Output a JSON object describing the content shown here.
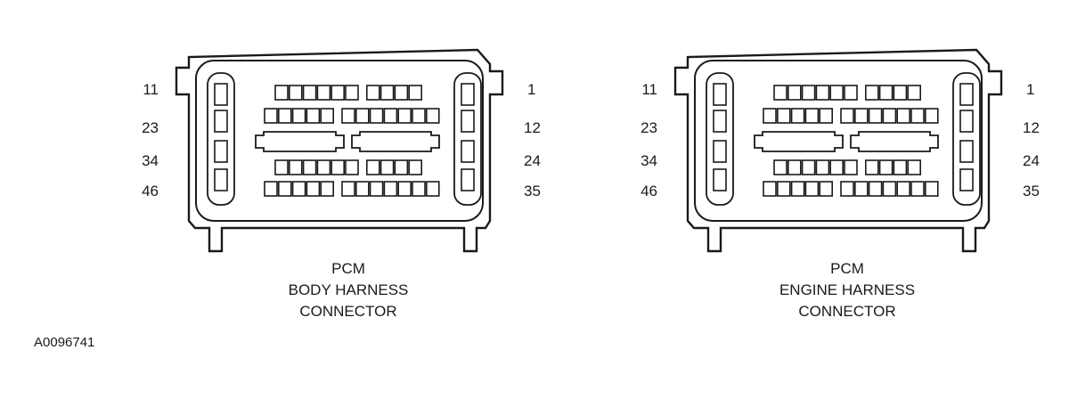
{
  "connectors": [
    {
      "name": "body",
      "caption": [
        "PCM",
        "BODY HARNESS",
        "CONNECTOR"
      ],
      "left_pins": [
        "11",
        "23",
        "34",
        "46"
      ],
      "right_pins": [
        "1",
        "12",
        "24",
        "35"
      ]
    },
    {
      "name": "engine",
      "caption": [
        "PCM",
        "ENGINE HARNESS",
        "CONNECTOR"
      ],
      "left_pins": [
        "11",
        "23",
        "34",
        "46"
      ],
      "right_pins": [
        "1",
        "12",
        "24",
        "35"
      ]
    }
  ],
  "figure_id": "A0096741"
}
